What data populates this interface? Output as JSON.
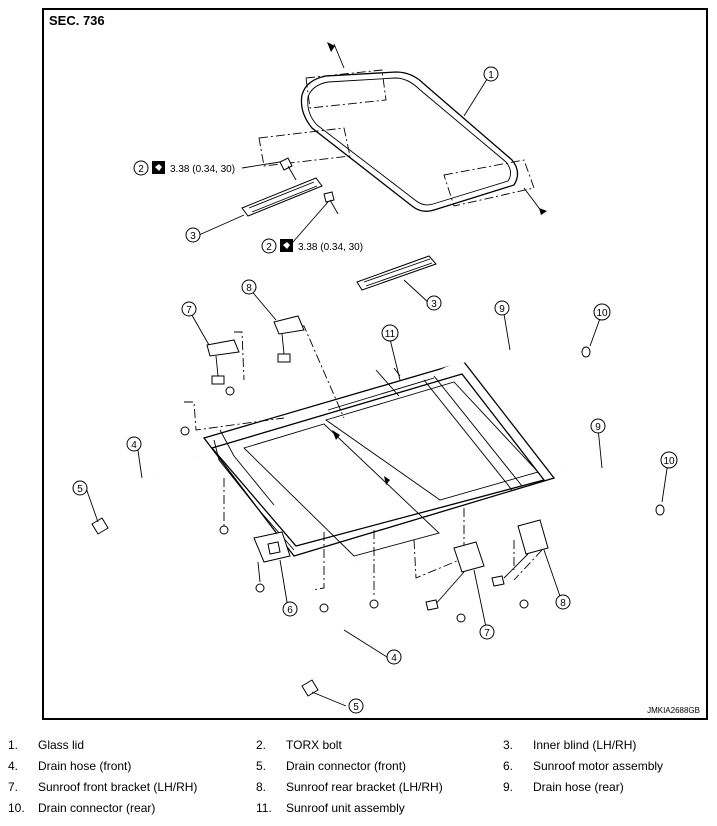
{
  "section": "SEC. 736",
  "image_code": "JMKIA2688GB",
  "torque": "3.38 (0.34, 30)",
  "callouts": [
    "1",
    "2",
    "3",
    "4",
    "5",
    "6",
    "7",
    "8",
    "9",
    "10",
    "11"
  ],
  "legend": [
    [
      {
        "num": "1.",
        "label": "Glass lid"
      },
      {
        "num": "2.",
        "label": "TORX bolt"
      },
      {
        "num": "3.",
        "label": "Inner blind (LH/RH)"
      }
    ],
    [
      {
        "num": "4.",
        "label": "Drain hose (front)"
      },
      {
        "num": "5.",
        "label": "Drain connector (front)"
      },
      {
        "num": "6.",
        "label": "Sunroof motor assembly"
      }
    ],
    [
      {
        "num": "7.",
        "label": "Sunroof front bracket (LH/RH)"
      },
      {
        "num": "8.",
        "label": "Sunroof rear bracket (LH/RH)"
      },
      {
        "num": "9.",
        "label": "Drain hose (rear)"
      }
    ],
    [
      {
        "num": "10.",
        "label": "Drain connector (rear)"
      },
      {
        "num": "11.",
        "label": "Sunroof unit assembly"
      }
    ]
  ],
  "icons": {
    "torque": "torque-wrench-icon",
    "direction": "arrow-head-icon"
  }
}
